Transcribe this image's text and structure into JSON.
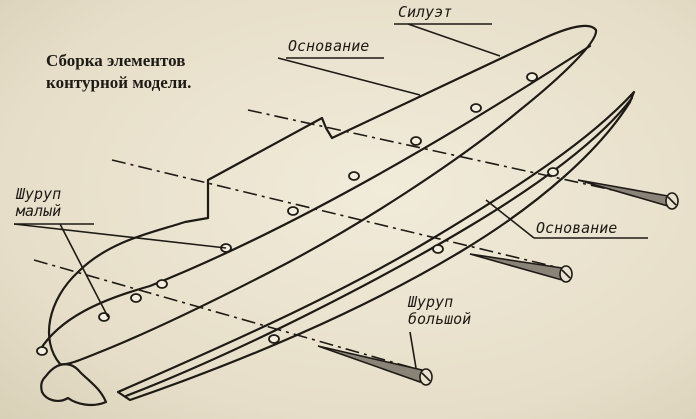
{
  "title": {
    "line1": "Сборка элементов",
    "line2": "контурной модели."
  },
  "labels": {
    "silhouette": "Силуэт",
    "base_top": "Основание",
    "base_right": "Основание",
    "screw_small_1": "Шуруп",
    "screw_small_2": "малый",
    "screw_large_1": "Шуруп",
    "screw_large_2": "большой"
  },
  "colors": {
    "paper": "#ece5d2",
    "ink": "#1e1b16"
  }
}
